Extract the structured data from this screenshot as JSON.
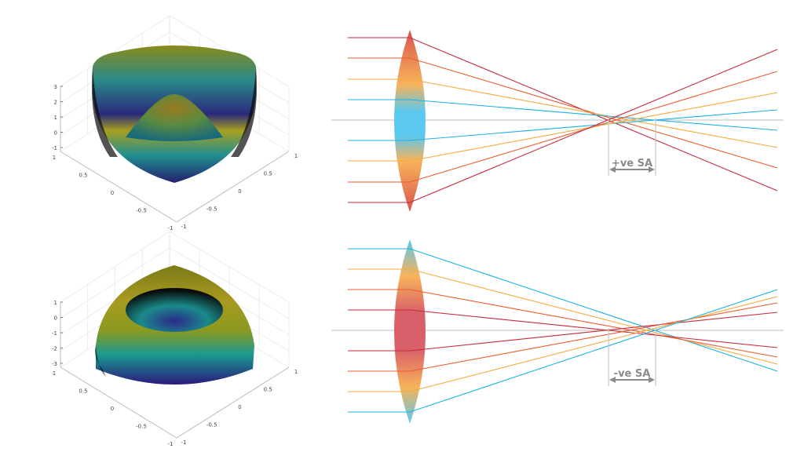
{
  "plots": [
    {
      "z_ticks": [
        "3",
        "2",
        "1",
        "0",
        "-1"
      ],
      "left_axis_ticks": [
        "1",
        "0.5",
        "0",
        "-0.5",
        "-1"
      ],
      "right_axis_ticks": [
        "-1",
        "-0.5",
        "0",
        "0.5",
        "1"
      ],
      "shape": "bowl with central peak"
    },
    {
      "z_ticks": [
        "1",
        "0",
        "-1",
        "-2",
        "-3"
      ],
      "left_axis_ticks": [
        "1",
        "0.5",
        "0",
        "-0.5",
        "-1"
      ],
      "right_axis_ticks": [
        "-1",
        "-0.5",
        "0",
        "0.5",
        "1"
      ],
      "shape": "dome with central dip"
    }
  ],
  "diagrams": [
    {
      "label": "+ve SA",
      "lens_edge_color": "#d9534f",
      "lens_center_color": "#5bc8f0"
    },
    {
      "label": "-ve SA",
      "lens_edge_color": "#5bc8f0",
      "lens_center_color": "#d9606a"
    }
  ],
  "colors": {
    "dark_red": "#c62a3c",
    "red_orange": "#ec5a2c",
    "orange": "#f7a93b",
    "blue": "#1fb0e6",
    "axis": "#bbbbbb",
    "annotation": "#8a8a8a"
  }
}
